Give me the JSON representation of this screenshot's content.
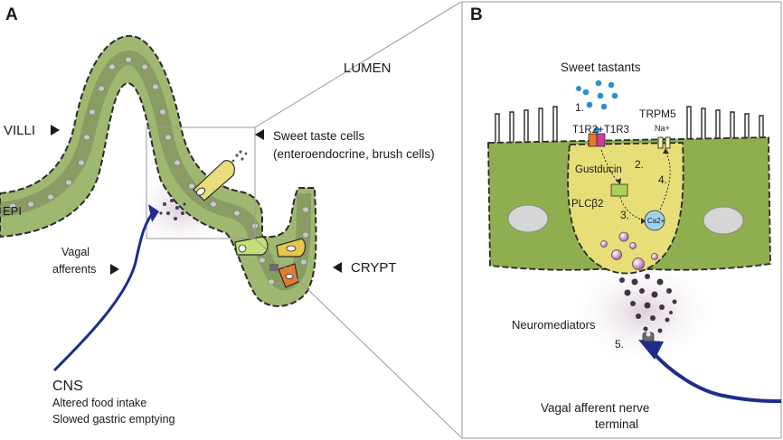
{
  "panel_a": {
    "letter": "A",
    "lumen": "LUMEN",
    "villi": "VILLI",
    "epi": "EPI",
    "crypt": "CRYPT",
    "sweet_cells_line1": "Sweet taste cells",
    "sweet_cells_line2": "(enteroendocrine, brush cells)",
    "vagal_line1": "Vagal",
    "vagal_line2": "afferents",
    "cns": "CNS",
    "cns_effect1": "Altered food intake",
    "cns_effect2": "Slowed gastric emptying"
  },
  "panel_b": {
    "letter": "B",
    "sweet_tastants": "Sweet tastants",
    "receptor": "T1R2+T1R3",
    "trpm5": "TRPM5",
    "na": "Na+",
    "gustducin": "Gustducin",
    "plc": "PLCβ2",
    "ca": "Ca2+",
    "step1": "1.",
    "step2": "2.",
    "step3": "3.",
    "step4": "4.",
    "step5": "5.",
    "neuromediators": "Neuromediators",
    "terminal_line1": "Vagal afferent nerve",
    "terminal_line2": "terminal"
  }
}
